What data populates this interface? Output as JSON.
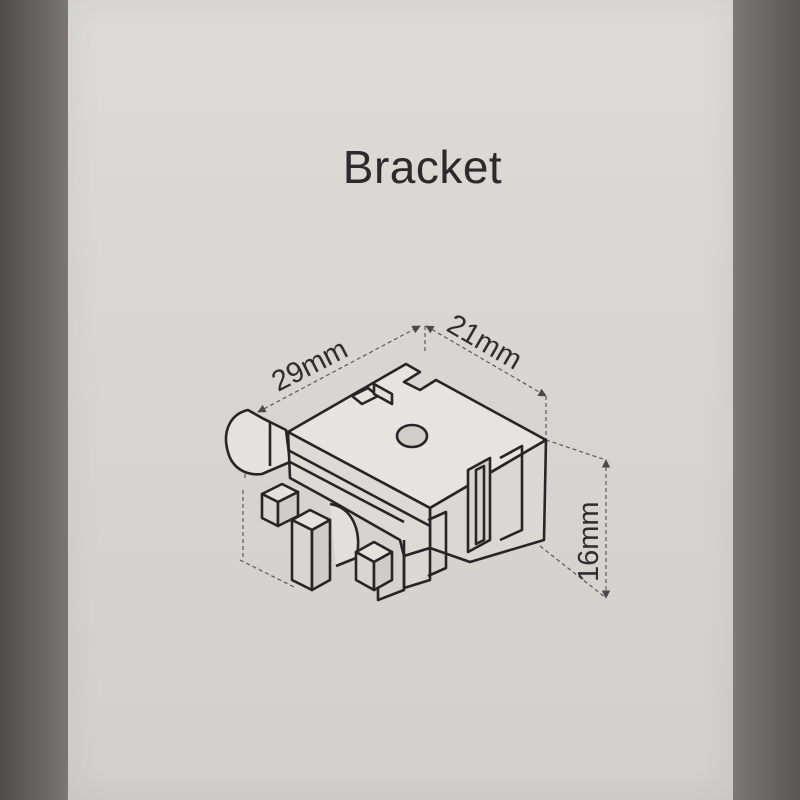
{
  "title": "Bracket",
  "dimensions": {
    "length": "29mm",
    "width": "21mm",
    "height": "16mm"
  },
  "colors": {
    "paper": "#d9d8d4",
    "ink": "#2b2b2b"
  }
}
